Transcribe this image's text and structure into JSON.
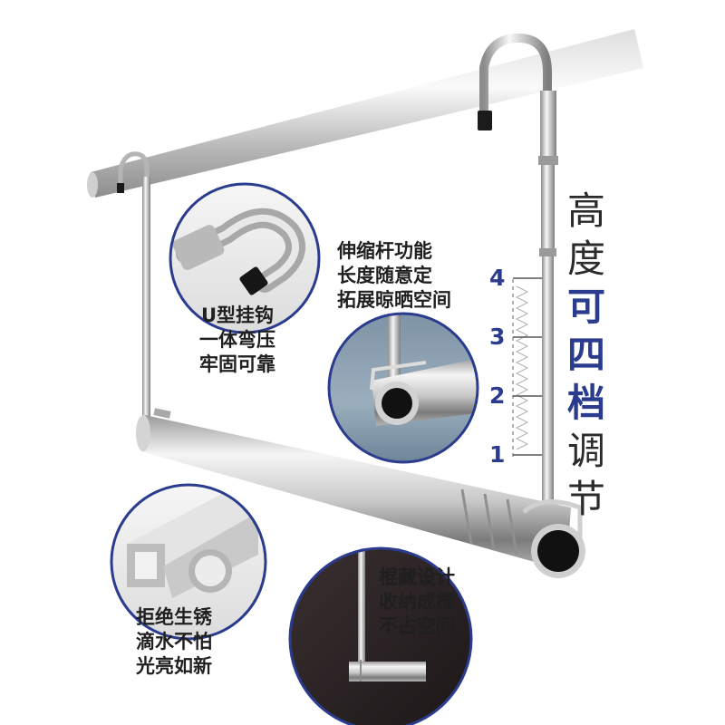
{
  "annotations": {
    "hook": [
      "U型挂钩",
      "一体弯压",
      "牢固可靠"
    ],
    "telescopic": [
      "伸缩杆功能",
      "长度随意定",
      "拓展晾晒空间"
    ],
    "rustproof": [
      "拒绝生锈",
      "滴水不怕",
      "光亮如新"
    ],
    "storage": [
      "棍藏设计",
      "收纳成棍",
      "不占空间"
    ]
  },
  "height_title": [
    {
      "char": "高",
      "style": "normal"
    },
    {
      "char": "度",
      "style": "normal"
    },
    {
      "char": "可",
      "style": "accent"
    },
    {
      "char": "四",
      "style": "accent"
    },
    {
      "char": "档",
      "style": "accent"
    },
    {
      "char": "调",
      "style": "normal"
    },
    {
      "char": "节",
      "style": "normal"
    }
  ],
  "levels": [
    "4",
    "3",
    "2",
    "1"
  ],
  "colors": {
    "accent": "#2b3c8f",
    "steel_light": "#f4f4f4",
    "steel_dark": "#6d6d6d",
    "circle_border": "#2b3c8f"
  }
}
